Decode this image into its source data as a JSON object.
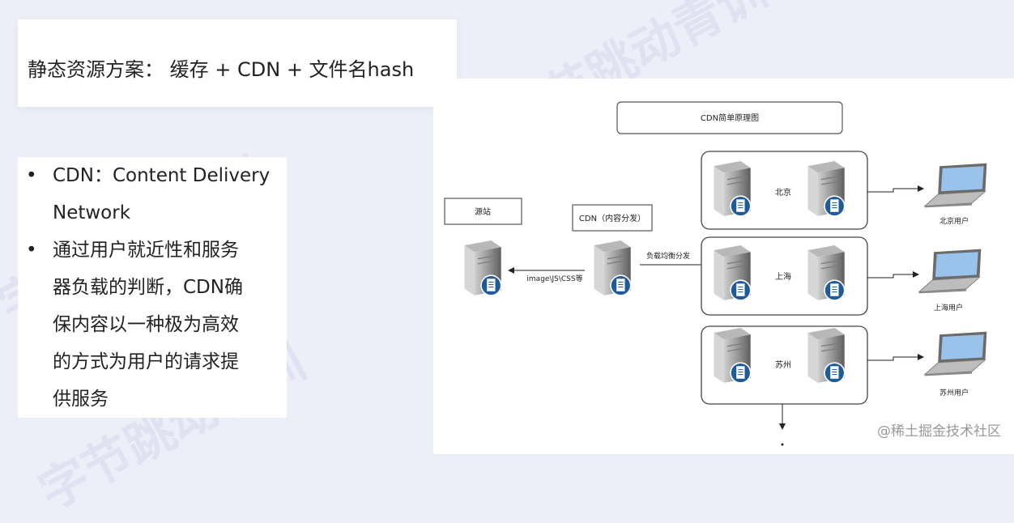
{
  "title": "静态资源方案： 缓存 + CDN + 文件名hash",
  "bullets": [
    {
      "line1": "CDN：Content Delivery",
      "line2": "Network"
    },
    {
      "line1": "通过用户就近性和服务",
      "line2": "器负载的判断，CDN确",
      "line3": "保内容以一种极为高效",
      "line4": "的方式为用户的请求提",
      "line5": "供服务"
    }
  ],
  "diagram": {
    "title": "CDN简单原理图",
    "source_label": "源站",
    "cdn_label": "CDN（内容分发）",
    "arrow_left_label": "image\\JS\\CSS等",
    "arrow_right_label": "负载均衡分发",
    "regions": [
      {
        "name": "北京",
        "user": "北京用户"
      },
      {
        "name": "上海",
        "user": "上海用户"
      },
      {
        "name": "苏州",
        "user": "苏州用户"
      }
    ]
  },
  "watermark": "字节跳动青训",
  "footer": "@稀土掘金技术社区"
}
